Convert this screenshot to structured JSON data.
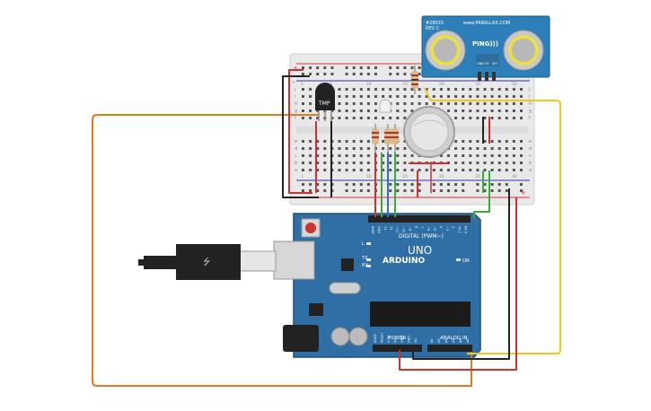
{
  "sensor": {
    "model": "#28015",
    "voltage": "REV C",
    "brand": "www.PARALLAX.COM",
    "name": "PING)))",
    "pins": [
      "GND",
      "5V",
      "SIG"
    ]
  },
  "temp_sensor": {
    "label": "TMP"
  },
  "arduino": {
    "brand": "ARDUINO",
    "model": "UNO",
    "digital_label": "DIGITAL (PWM~)",
    "power_label": "POWER",
    "analog_label": "ANALOG IN",
    "led_tx": "TX",
    "led_rx": "RX",
    "led_l": "L",
    "on_label": "ON",
    "header_top": [
      "AREF",
      "GND",
      "13",
      "12",
      "~11",
      "~10",
      "~9",
      "8",
      "7",
      "~6",
      "~5",
      "4",
      "~3",
      "2",
      "TX 1",
      "RX 0"
    ],
    "header_power": [
      "IOREF",
      "RESET",
      "3.3V",
      "5V",
      "GND",
      "GND",
      "Vin"
    ],
    "header_analog": [
      "A0",
      "A1",
      "A2",
      "A3",
      "A4",
      "A5"
    ]
  },
  "breadboard": {
    "row_letters_top": [
      "j",
      "i",
      "h",
      "g",
      "f"
    ],
    "row_letters_bottom": [
      "e",
      "d",
      "c",
      "b",
      "a"
    ],
    "columns": [
      "1",
      "5",
      "10",
      "15",
      "20",
      "25",
      "30"
    ],
    "rail_plus": "+",
    "rail_minus": "-"
  },
  "colors": {
    "wire_orange": "#e07b1c",
    "wire_red": "#d32f2f",
    "wire_black": "#222222",
    "wire_green": "#3aa843",
    "wire_blue": "#2e6fd0",
    "wire_yellow": "#f2c71b",
    "board_blue": "#2f6fa5",
    "breadboard": "#e8e8e8",
    "sensor_blue": "#2c7fb8"
  }
}
